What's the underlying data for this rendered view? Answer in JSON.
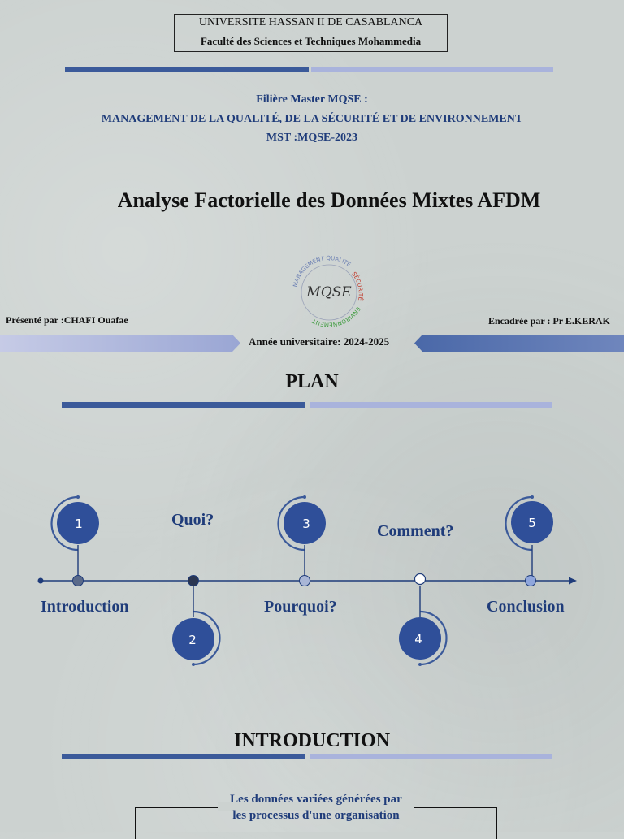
{
  "header": {
    "university": "UNIVERSITE HASSAN II DE CASABLANCA",
    "faculty": "Faculté des Sciences et Techniques Mohammedia"
  },
  "program": {
    "line1": "Filière Master MQSE  :",
    "line2": "MANAGEMENT DE LA QUALITÉ, DE LA SÉCURITÉ ET DE ENVIRONNEMENT",
    "line3": "MST :MQSE-2023"
  },
  "title": "Analyse Factorielle des Données Mixtes AFDM",
  "logo": {
    "text_top": "MANAGEMENT QUALITE",
    "text_right": "SÉCURITÉ",
    "text_bottom": "ENVIRONNEMENT",
    "monogram": "MQSE",
    "color_top": "#6b7fb3",
    "color_right": "#c0392b",
    "color_bottom": "#3a9a3a"
  },
  "presenter": "Présenté par :CHAFI Ouafae",
  "supervisor": "Encadrée par : Pr E.KERAK",
  "academic_year": "Année universitaire: 2024-2025",
  "plan": {
    "title": "PLAN",
    "steps": [
      {
        "number": "1",
        "label": "Introduction"
      },
      {
        "number": "2",
        "label": "Quoi?"
      },
      {
        "number": "3",
        "label": "Pourquoi?"
      },
      {
        "number": "4",
        "label": "Comment?"
      },
      {
        "number": "5",
        "label": "Conclusion"
      }
    ]
  },
  "intro": {
    "title": "INTRODUCTION",
    "text_line1": "Les données variées générées par",
    "text_line2": "les processus d'une organisation"
  },
  "colors": {
    "accent_dark": "#3b5a9a",
    "accent_light": "#a9b3dc",
    "circle_fill": "#2f4f99",
    "text_blue": "#1f3c7a"
  }
}
